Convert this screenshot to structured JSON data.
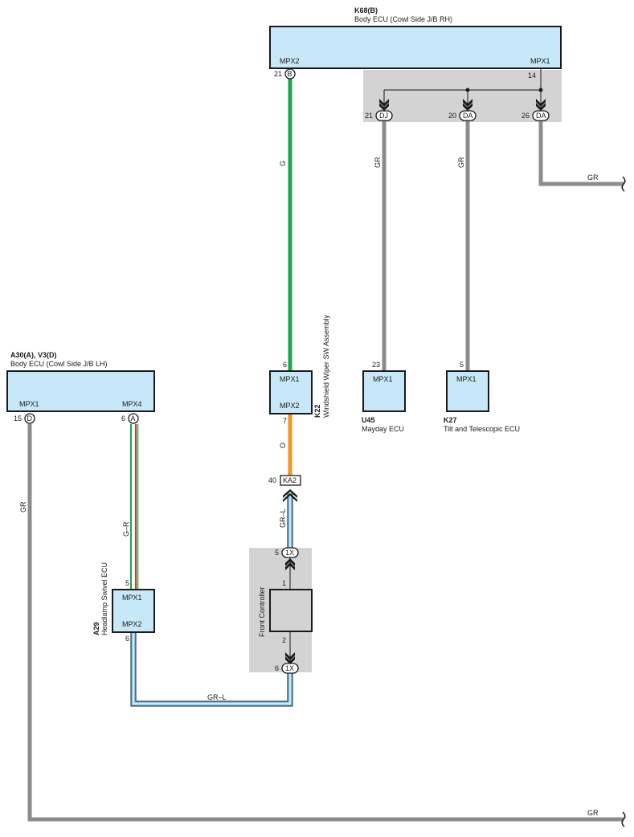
{
  "components": {
    "k68": {
      "code": "K68(B)",
      "name": "Body ECU (Cowl Side J/B RH)",
      "mpx2": "MPX2",
      "mpx1": "MPX1"
    },
    "a30": {
      "code": "A30(A), V3(D)",
      "name": "Body ECU (Cowl Side J/B LH)",
      "mpx1": "MPX1",
      "mpx4": "MPX4"
    },
    "k22": {
      "code": "K22",
      "name": "Windshield Wiper SW Assembly",
      "mpx1": "MPX1",
      "mpx2": "MPX2"
    },
    "u45": {
      "code": "U45",
      "name": "Mayday ECU",
      "mpx1": "MPX1"
    },
    "k27": {
      "code": "K27",
      "name": "Tilt and Telescopic ECU",
      "mpx1": "MPX1"
    },
    "a29": {
      "code": "A29",
      "name": "Headlamp Swivel ECU",
      "mpx1": "MPX1",
      "mpx2": "MPX2"
    },
    "front_controller": {
      "name": "Front Controller"
    }
  },
  "connectors": {
    "k68_b": {
      "pin": "21",
      "label": "B"
    },
    "k68_out": {
      "pin": "14"
    },
    "dj": {
      "pin": "21",
      "label": "DJ"
    },
    "da1": {
      "pin": "20",
      "label": "DA"
    },
    "da2": {
      "pin": "26",
      "label": "DA"
    },
    "a30_d": {
      "pin": "15",
      "label": "D"
    },
    "a30_a": {
      "pin": "6",
      "label": "A"
    },
    "k22_in": {
      "pin": "6"
    },
    "k22_out": {
      "pin": "7"
    },
    "ka2": {
      "pin": "40",
      "label": "KA2"
    },
    "fc_1x_top": {
      "pin": "5",
      "label": "1X"
    },
    "fc_1x_bot": {
      "pin": "6",
      "label": "1X"
    },
    "fc_in": {
      "pin": "1"
    },
    "fc_out": {
      "pin": "2"
    },
    "u45_pin": {
      "pin": "23"
    },
    "k27_pin": {
      "pin": "5"
    },
    "a29_in": {
      "pin": "5"
    },
    "a29_out": {
      "pin": "6"
    }
  },
  "wires": {
    "g": "G",
    "gr_dj": "GR",
    "gr_da": "GR",
    "gr_right": "GR",
    "o": "O",
    "gr_l_vert": "GR–L",
    "gr_l_horiz": "GR–L",
    "g_r": "G–R",
    "gr_left": "GR",
    "gr_bottom": "GR"
  },
  "colors": {
    "ecu_fill": "#c7e8f8",
    "green": "#1aa64a",
    "orange": "#f7941d",
    "grey": "#8c8c8c",
    "light_blue": "#7cc7ea",
    "red": "#e0352b"
  }
}
